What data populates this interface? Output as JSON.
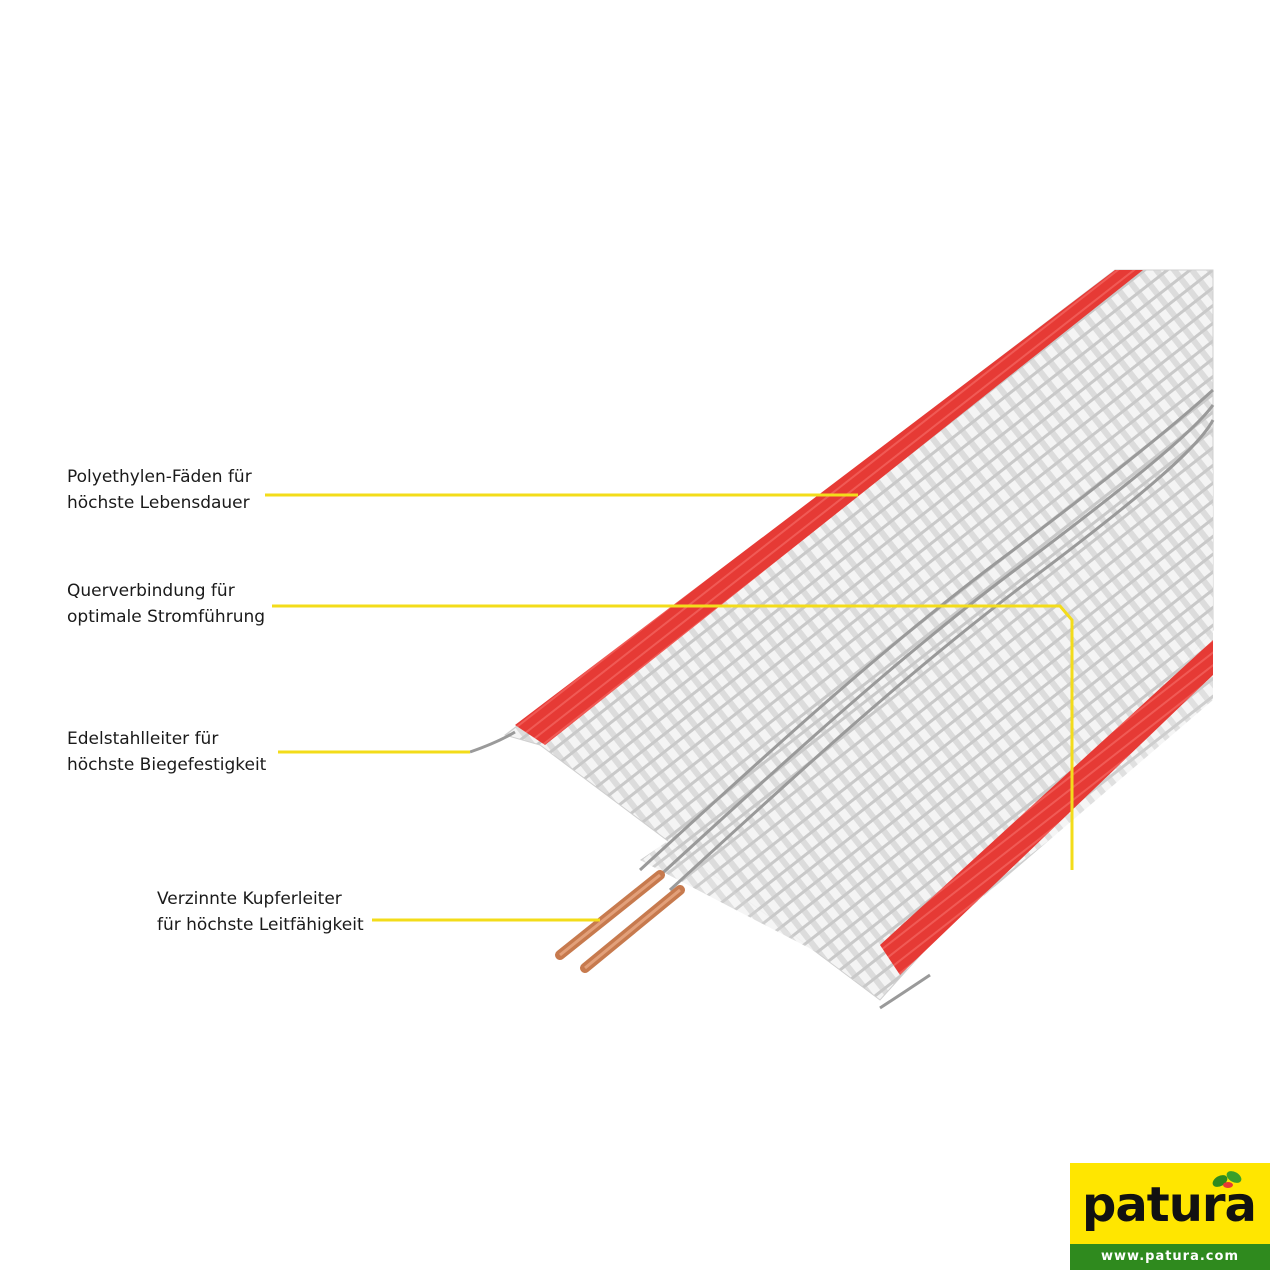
{
  "callouts": [
    {
      "line1": "Polyethylen-Fäden für",
      "line2": "höchste Lebensdauer"
    },
    {
      "line1": "Querverbindung für",
      "line2": "optimale Stromführung"
    },
    {
      "line1": "Edelstahlleiter für",
      "line2": "höchste Biegefestigkeit"
    },
    {
      "line1": "Verzinnte Kupferleiter",
      "line2": "für höchste Leitfähigkeit"
    }
  ],
  "logo": {
    "brand": "patura",
    "url": "www.patura.com"
  },
  "colors": {
    "callout_line": "#f3dc1a",
    "red_stripe": "#e63a35",
    "weave": "#e9e9e9",
    "copper": "#c77a4e",
    "logo_yellow": "#ffe600",
    "logo_green": "#2f8a1e"
  }
}
